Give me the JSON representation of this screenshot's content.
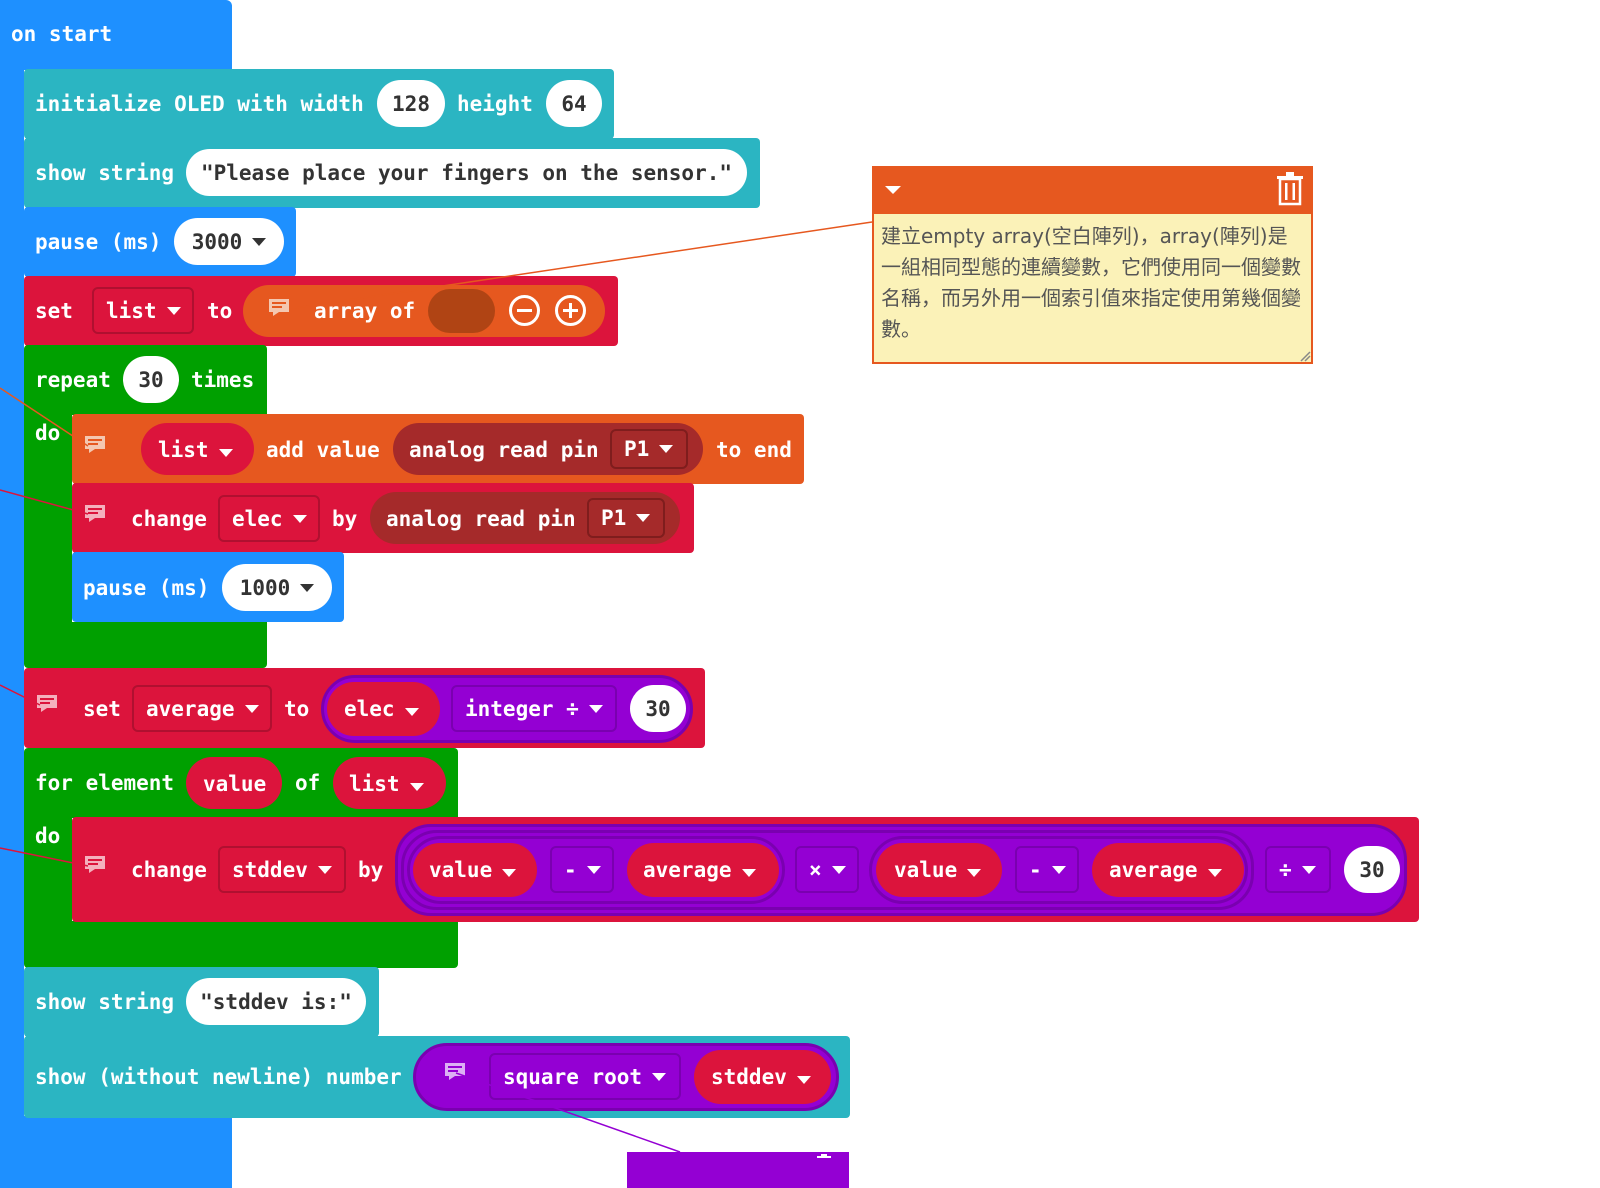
{
  "colors": {
    "basic": "#1e90ff",
    "oled": "#2bb5c2",
    "variables": "#dc143c",
    "arrays": "#e6581f",
    "loops": "#00a000",
    "math": "#9400d3",
    "pins": "#a52a2a",
    "comment_bg": "#fbf2b8",
    "comment_header": "#e6581f"
  },
  "on_start": {
    "label": "on start"
  },
  "oled_init": {
    "label": "initialize OLED with width",
    "width": "128",
    "height_label": "height",
    "height": "64"
  },
  "show_string_1": {
    "label": "show string",
    "value": "\"Please place your fingers on the sensor.\""
  },
  "pause_1": {
    "label": "pause (ms)",
    "value": "3000"
  },
  "set_list": {
    "set": "set",
    "var": "list",
    "to": "to",
    "array_of": "array of"
  },
  "repeat": {
    "label": "repeat",
    "count": "30",
    "times": "times",
    "do": "do"
  },
  "list_add": {
    "var": "list",
    "add_value": "add value",
    "analog_read": "analog read pin",
    "pin": "P1",
    "to_end": "to end"
  },
  "change_elec": {
    "change": "change",
    "var": "elec",
    "by": "by",
    "analog_read": "analog read pin",
    "pin": "P1"
  },
  "pause_2": {
    "label": "pause (ms)",
    "value": "1000"
  },
  "set_average": {
    "set": "set",
    "var": "average",
    "to": "to",
    "elec": "elec",
    "op": "integer ÷",
    "divisor": "30"
  },
  "for_element": {
    "label": "for element",
    "var": "value",
    "of": "of",
    "list": "list",
    "do": "do"
  },
  "change_stddev": {
    "change": "change",
    "var": "stddev",
    "by": "by",
    "a": "value",
    "minus1": "-",
    "b": "average",
    "times": "×",
    "c": "value",
    "minus2": "-",
    "d": "average",
    "div": "÷",
    "n": "30"
  },
  "show_string_2": {
    "label": "show string",
    "value": "\"stddev is:\""
  },
  "show_number": {
    "label": "show (without newline) number",
    "func": "square root",
    "var": "stddev"
  },
  "comment": {
    "text": "建立empty array(空白陣列)，array(陣列)是一組相同型態的連續變數，它們使用同一個變數名稱，而另外用一個索引值來指定使用第幾個變數。"
  }
}
